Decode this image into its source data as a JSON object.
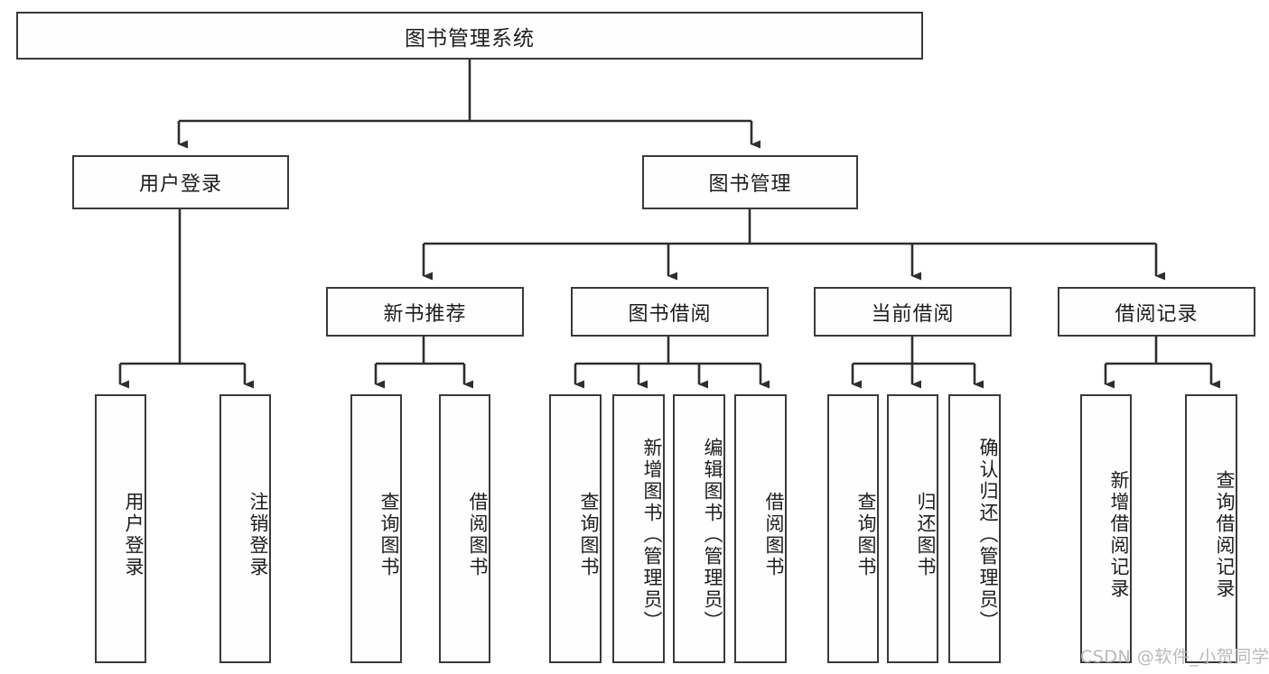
{
  "diagram": {
    "type": "tree",
    "title": "图书管理系统",
    "root": {
      "label": "图书管理系统"
    },
    "level2": [
      {
        "label": "用户登录"
      },
      {
        "label": "图书管理"
      }
    ],
    "level3": [
      {
        "label": "新书推荐"
      },
      {
        "label": "图书借阅"
      },
      {
        "label": "当前借阅"
      },
      {
        "label": "借阅记录"
      }
    ],
    "leaves": {
      "user_login": [
        {
          "label": "用户登录"
        },
        {
          "label": "注销登录"
        }
      ],
      "new_book": [
        {
          "label": "查询图书"
        },
        {
          "label": "借阅图书"
        }
      ],
      "book_borrow": [
        {
          "label": "查询图书"
        },
        {
          "label": "新增图书（管理员）"
        },
        {
          "label": "编辑图书（管理员）"
        },
        {
          "label": "借阅图书"
        }
      ],
      "current_borrow": [
        {
          "label": "查询图书"
        },
        {
          "label": "归还图书"
        },
        {
          "label": "确认归还（管理员）"
        }
      ],
      "borrow_record": [
        {
          "label": "新增借阅记录"
        },
        {
          "label": "查询借阅记录"
        }
      ]
    }
  },
  "watermark": {
    "text": "CSDN @软件_小贺同学"
  },
  "colors": {
    "border": "#3a3a3a",
    "box_fill": "#fefefe",
    "text": "#1d1d1d",
    "watermark": "#b9b9b9",
    "background": "#ffffff"
  }
}
